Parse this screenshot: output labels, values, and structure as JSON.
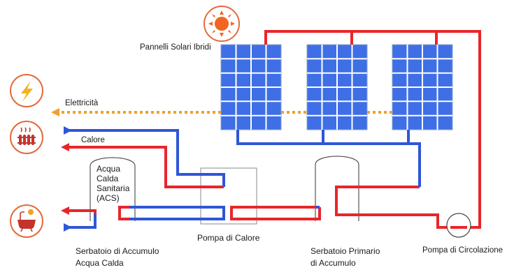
{
  "labels": {
    "solar_panels": "Pannelli Solari Ibridi",
    "electricity": "Elettricità",
    "heat": "Calore",
    "acs_line1": "Acqua",
    "acs_line2": "Calda",
    "acs_line3": "Sanitaria",
    "acs_line4": "(ACS)",
    "heat_pump": "Pompa di Calore",
    "storage_tank_line1": "Serbatoio di Accumulo",
    "storage_tank_line2": "Acqua Calda",
    "primary_tank_line1": "Serbatoio Primario",
    "primary_tank_line2": "di Accumulo",
    "circulation_pump": "Pompa di Circolazione"
  },
  "icons": {
    "sun": "sun-icon",
    "electricity": "lightning-icon",
    "heat": "radiator-icon",
    "hot_water": "bathtub-icon"
  },
  "colors": {
    "hot_pipe": "#e8262a",
    "cold_pipe": "#2f56d6",
    "electric_line": "#f0a030",
    "icon_ring": "#e46a3c",
    "panel_fill": "#3f6fe6",
    "panel_cell_line": "#ffffff",
    "tank_stroke": "#555555"
  }
}
